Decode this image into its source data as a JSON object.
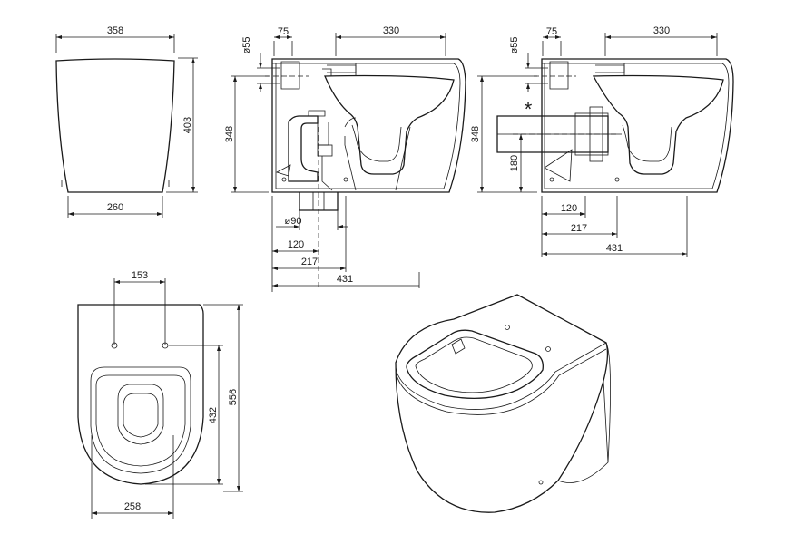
{
  "front_view": {
    "width_top": "358",
    "width_base": "260",
    "height": "403"
  },
  "side_view_floor": {
    "inlet_dia": "ø55",
    "inlet_offset": "75",
    "bowl_depth": "330",
    "height": "348",
    "outlet_dia": "ø90",
    "outlet_centre": "120",
    "outlet_edge": "217",
    "length": "431"
  },
  "side_view_wall": {
    "inlet_dia": "ø55",
    "inlet_offset": "75",
    "bowl_depth": "330",
    "height": "348",
    "outlet_height": "180",
    "marker": "*",
    "outlet_centre": "120",
    "outlet_edge": "217",
    "length": "431"
  },
  "plan_view": {
    "fixing_spacing": "153",
    "bowl_length": "432",
    "total_length": "556",
    "base_width": "258"
  }
}
